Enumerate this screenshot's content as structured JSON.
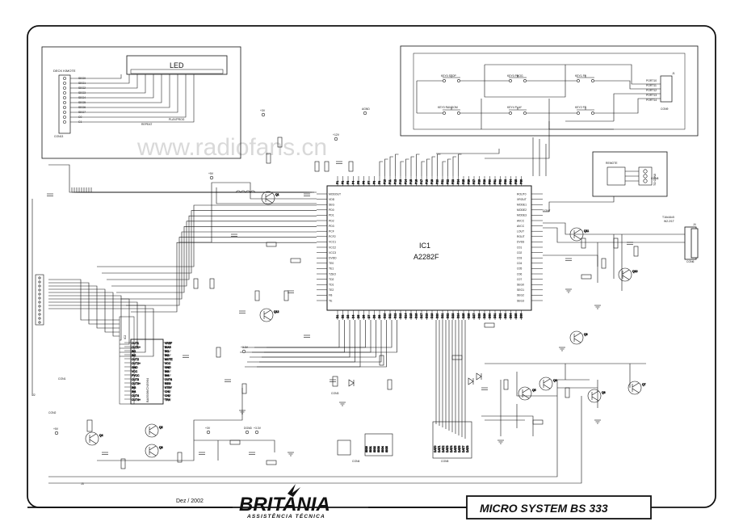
{
  "watermark": "www.radiofans.cn",
  "date": "Dez / 2002",
  "brand": {
    "name": "BRITANIA",
    "subtitle": "ASSISTÊNCIA TÉCNICA"
  },
  "model": "MICRO SYSTEM  BS 333",
  "led_panel": {
    "title": "LED",
    "connector": "DECK KIMOTE",
    "connector_ref": "CON13",
    "pins": [
      "SEG0",
      "SEG1",
      "SEG2",
      "SEG3",
      "SEG4",
      "SEG5",
      "SEG6",
      "SEG7",
      "C0",
      "C1"
    ],
    "indicators": [
      "REPEAT",
      "PLAY/PROG"
    ]
  },
  "keys_panel": {
    "keys": [
      "KEY0 STOP",
      "KEY0 PROG",
      "KEY1 FF",
      "KEY0 RANDOM",
      "KEY4 PLAY",
      "KEY2 FR"
    ],
    "ports": [
      "PORT10",
      "PORT11",
      "PORT12",
      "PORT13",
      "PORT14"
    ],
    "connector": "CON9",
    "ref": "J1"
  },
  "remote": {
    "title": "REMOTE",
    "connector": "TO CON8"
  },
  "ic1": {
    "ref": "IC1",
    "part": "A2282F",
    "left_pins": [
      "MODOUT",
      "VDD",
      "SEG",
      "PD0",
      "PD1",
      "PD2",
      "PD3",
      "PCF",
      "PCF2",
      "VCC1",
      "VCC2",
      "VCC3",
      "DVDD",
      "TE0",
      "TE1",
      "TZEO",
      "TD2",
      "TD1",
      "TE2",
      "FB",
      "TE"
    ],
    "right_pins": [
      "ROUT0",
      "XROUT",
      "MODE1",
      "MODE2",
      "MODE3",
      "AVCC",
      "AVCC",
      "LOUT",
      "ROUT",
      "DVSS",
      "C01",
      "C02",
      "C03",
      "C04",
      "C05",
      "C06",
      "C07",
      "SEG0",
      "SEG1",
      "SEG2",
      "SEG3"
    ]
  },
  "ic2": {
    "ref": "IC2",
    "part": "BA5936/CN5964",
    "left_pins": [
      "OUT1",
      "OUT1+",
      "IN1",
      "IN2",
      "OUT2",
      "OUT2+",
      "GND",
      "VCC",
      "PVCC",
      "OUT3",
      "OUT3+",
      "IN3",
      "IN4",
      "OUT4",
      "OUT4+"
    ],
    "right_pins": [
      "VREF",
      "BIAS",
      "IN1-",
      "IN2-",
      "MUTE",
      "VCC",
      "GND",
      "IN3-",
      "IN4-",
      "OUT4",
      "REG",
      "STBY",
      "CH1",
      "CH2",
      "TRA"
    ]
  },
  "transistor_labels": [
    "Q1",
    "Q2",
    "Q3",
    "Q4",
    "Q5",
    "Q6",
    "Q7",
    "Q8",
    "Q9",
    "Q10",
    "Q11",
    "Q12"
  ],
  "supply_labels": [
    "+5V",
    "+3.3V",
    "VCC",
    "DGND",
    "AGND",
    "+12V",
    "+3V"
  ],
  "connector_labels": [
    "CON1",
    "CON2",
    "CON3",
    "CON4",
    "CON5",
    "CON6",
    "CON7",
    "CON8",
    "J2",
    "J3"
  ],
  "output_labels": [
    "T16x16x5",
    "W2.2/1T",
    "J4"
  ]
}
